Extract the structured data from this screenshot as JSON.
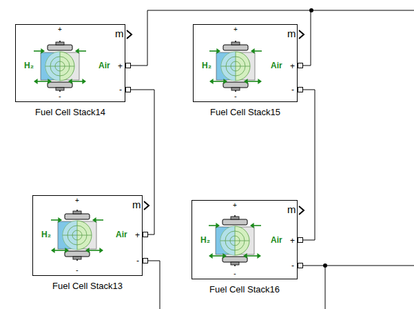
{
  "diagram": {
    "nodes": [
      {
        "text": [
          "+",
          "H₂",
          "Air",
          "-",
          "m",
          "+",
          "-",
          "Fuel Cell Stack14"
        ]
      },
      {
        "text": [
          "+",
          "H₂",
          "Air",
          "-",
          "m",
          "+",
          "-",
          "Fuel Cell Stack15"
        ]
      },
      {
        "text": [
          "+",
          "H₂",
          "Air",
          "-",
          "m",
          "+",
          "-",
          "Fuel Cell Stack13"
        ]
      },
      {
        "text": [
          "+",
          "H₂",
          "Air",
          "-",
          "m",
          "+",
          "-",
          "Fuel Cell Stack16"
        ]
      }
    ],
    "edges": [
      {
        "from": 0,
        "to": 1,
        "arrow": "none"
      },
      {
        "from": 0,
        "to": 2,
        "arrow": "none"
      },
      {
        "from": 1,
        "to": 3,
        "arrow": "none"
      }
    ]
  }
}
